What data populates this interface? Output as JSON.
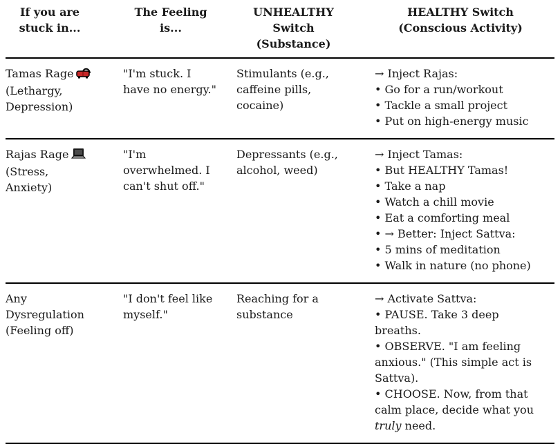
{
  "meta": {
    "background_color": "#ffffff",
    "text_color": "#1a1a1a",
    "rule_color": "#000000",
    "couch_red": "#c62828",
    "laptop_gray": "#9e9e9e"
  },
  "table": {
    "headers": [
      {
        "label": "If you are stuck in..."
      },
      {
        "label": "The Feeling is..."
      },
      {
        "label": "UNHEALTHY Switch (Substance)"
      },
      {
        "label": "HEALTHY Switch (Conscious Activity)"
      }
    ],
    "rows": [
      {
        "stuck_in": "Tamas Rage",
        "icon": "couch-icon",
        "stuck_in_detail": "(Lethargy, Depression)",
        "feeling": "\"I'm stuck. I have no energy.\"",
        "unhealthy": "Stimulants (e.g., caffeine pills, cocaine)",
        "healthy": [
          "→ Inject Rajas:",
          "• Go for a run/workout",
          "• Tackle a small project",
          "• Put on high-energy music"
        ]
      },
      {
        "stuck_in": "Rajas Rage",
        "icon": "laptop-icon",
        "stuck_in_detail": "(Stress, Anxiety)",
        "feeling": "\"I'm overwhelmed. I can't shut off.\"",
        "unhealthy": "Depressants (e.g., alcohol, weed)",
        "healthy": [
          "→ Inject Tamas:",
          "• But HEALTHY Tamas!",
          "• Take a nap",
          "• Watch a chill movie",
          "• Eat a comforting meal",
          "• → Better: Inject Sattva:",
          "• 5 mins of meditation",
          "• Walk in nature (no phone)"
        ]
      },
      {
        "stuck_in": "Any Dysregulation",
        "icon": null,
        "stuck_in_detail": "(Feeling off)",
        "feeling": "\"I don't feel like myself.\"",
        "unhealthy": "Reaching for a substance",
        "healthy": [
          "→ Activate Sattva:",
          "• PAUSE. Take 3 deep breaths.",
          "• OBSERVE. \"I am feeling anxious.\" (This simple act is Sattva)."
        ],
        "healthy_emphasis": {
          "prefix": "• CHOOSE. Now, from that calm place, decide what you ",
          "italic": "truly",
          "suffix": " need."
        }
      }
    ]
  }
}
